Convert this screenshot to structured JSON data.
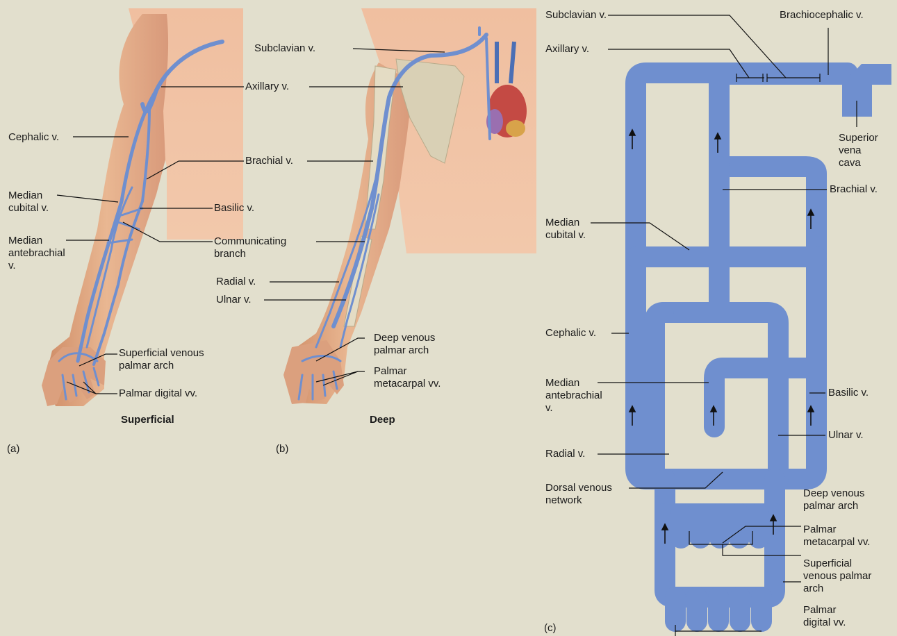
{
  "panels": {
    "a": {
      "tag": "(a)",
      "caption": "Superficial"
    },
    "b": {
      "tag": "(b)",
      "caption": "Deep"
    },
    "c": {
      "tag": "(c)"
    }
  },
  "labels_a": {
    "cephalic": "Cephalic v.",
    "median_cubital": "Median\ncubital v.",
    "median_antebrachial": "Median\nantebrachial\nv.",
    "axillary": "Axillary v.",
    "brachial": "Brachial v.",
    "basilic": "Basilic v.",
    "communicating": "Communicating\nbranch",
    "sup_palmar_arch": "Superficial venous\npalmar arch",
    "palmar_digital": "Palmar digital vv."
  },
  "labels_b": {
    "subclavian": "Subclavian v.",
    "radial": "Radial v.",
    "ulnar": "Ulnar v.",
    "deep_palmar_arch": "Deep venous\npalmar arch",
    "palmar_metacarpal": "Palmar\nmetacarpal vv."
  },
  "labels_c": {
    "subclavian": "Subclavian v.",
    "brachiocephalic": "Brachiocephalic v.",
    "axillary": "Axillary v.",
    "svc": "Superior\nvena\ncava",
    "brachial": "Brachial v.",
    "median_cubital": "Median\ncubital v.",
    "cephalic": "Cephalic v.",
    "median_antebrachial": "Median\nantebrachial\nv.",
    "basilic": "Basilic v.",
    "ulnar": "Ulnar v.",
    "radial": "Radial v.",
    "dorsal_network": "Dorsal venous\nnetwork",
    "deep_palmar_arch": "Deep venous\npalmar arch",
    "palmar_metacarpal": "Palmar\nmetacarpal vv.",
    "sup_palmar_arch": "Superficial\nvenous palmar\narch",
    "palmar_digital": "Palmar\ndigital vv."
  },
  "colors": {
    "background": "#e2dfcd",
    "vein": "#6f8fcf",
    "vein_dark": "#4b6fb5",
    "vein_light": "#dedcca",
    "skin": "#e3aa84",
    "skin_shadow": "#c98563",
    "bone": "#d8ceb2",
    "heart": "#c44a44"
  }
}
